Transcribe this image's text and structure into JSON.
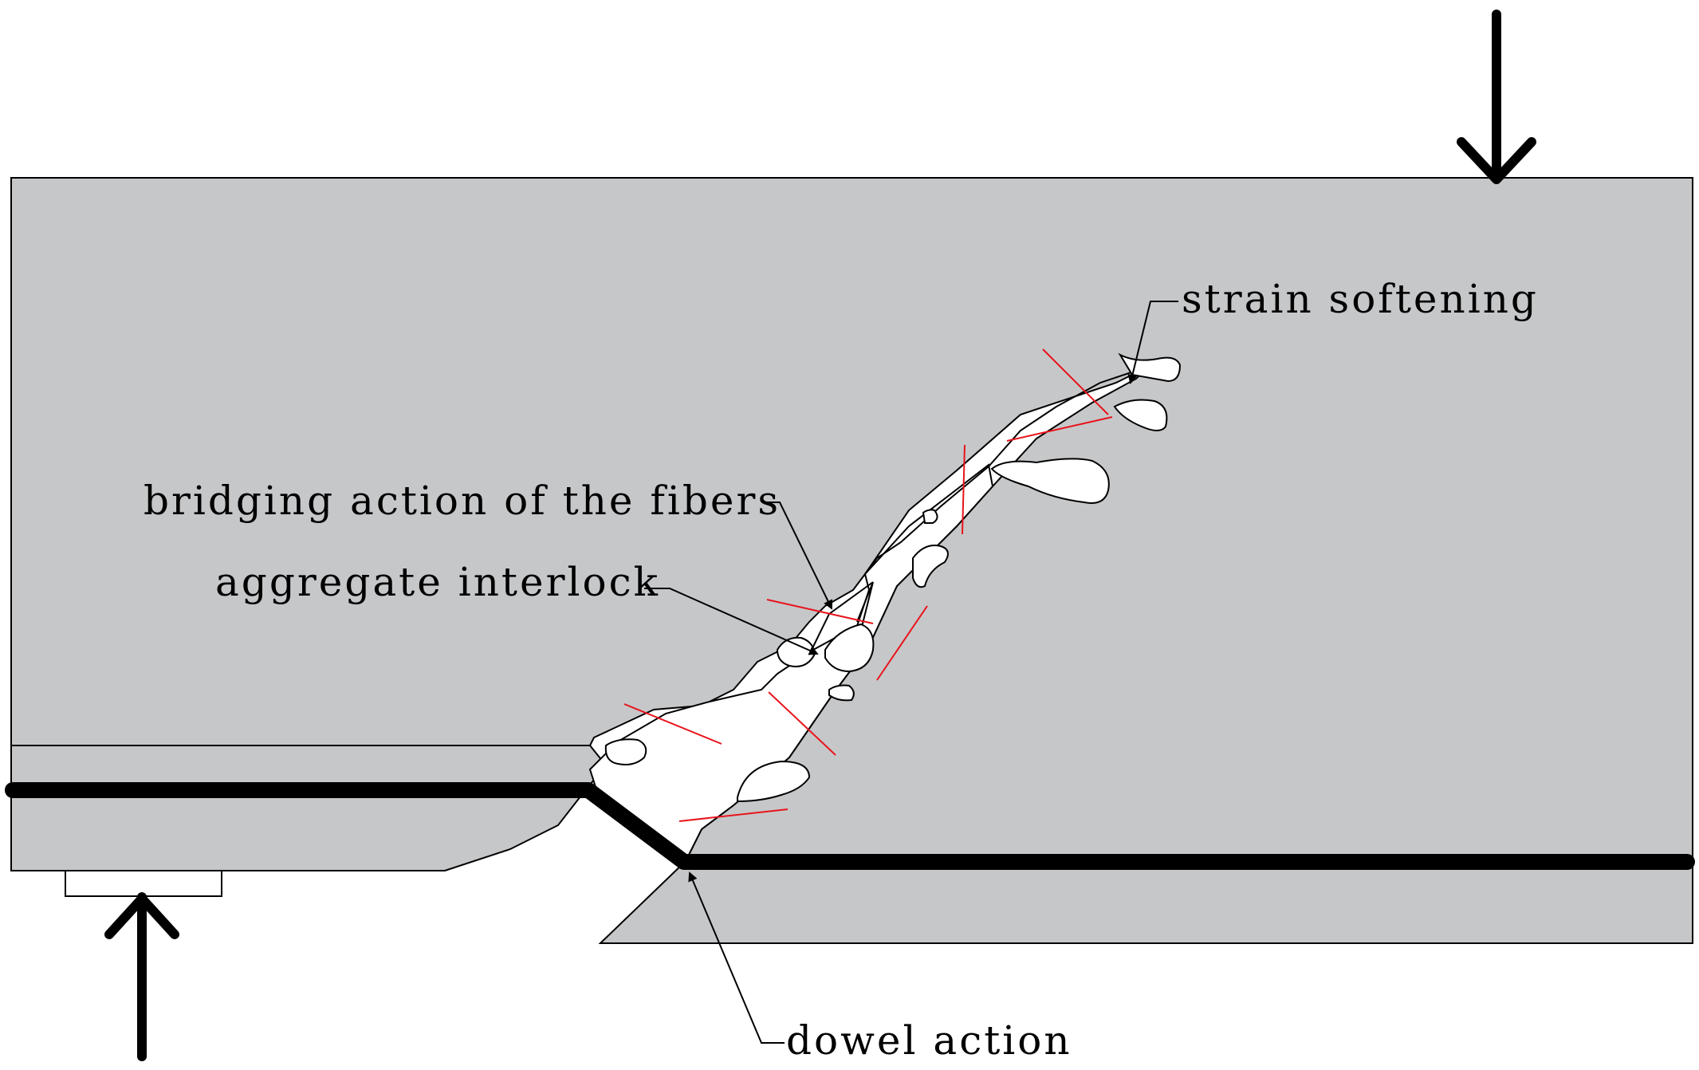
{
  "labels": {
    "strain_softening": "strain softening",
    "bridging": "bridging action of the fibers",
    "aggregate": "aggregate interlock",
    "dowel": "dowel action"
  },
  "colors": {
    "concrete": "#c6c7c9",
    "fiber": "#e8141b",
    "rebar": "#000000",
    "crack": "#ffffff"
  }
}
